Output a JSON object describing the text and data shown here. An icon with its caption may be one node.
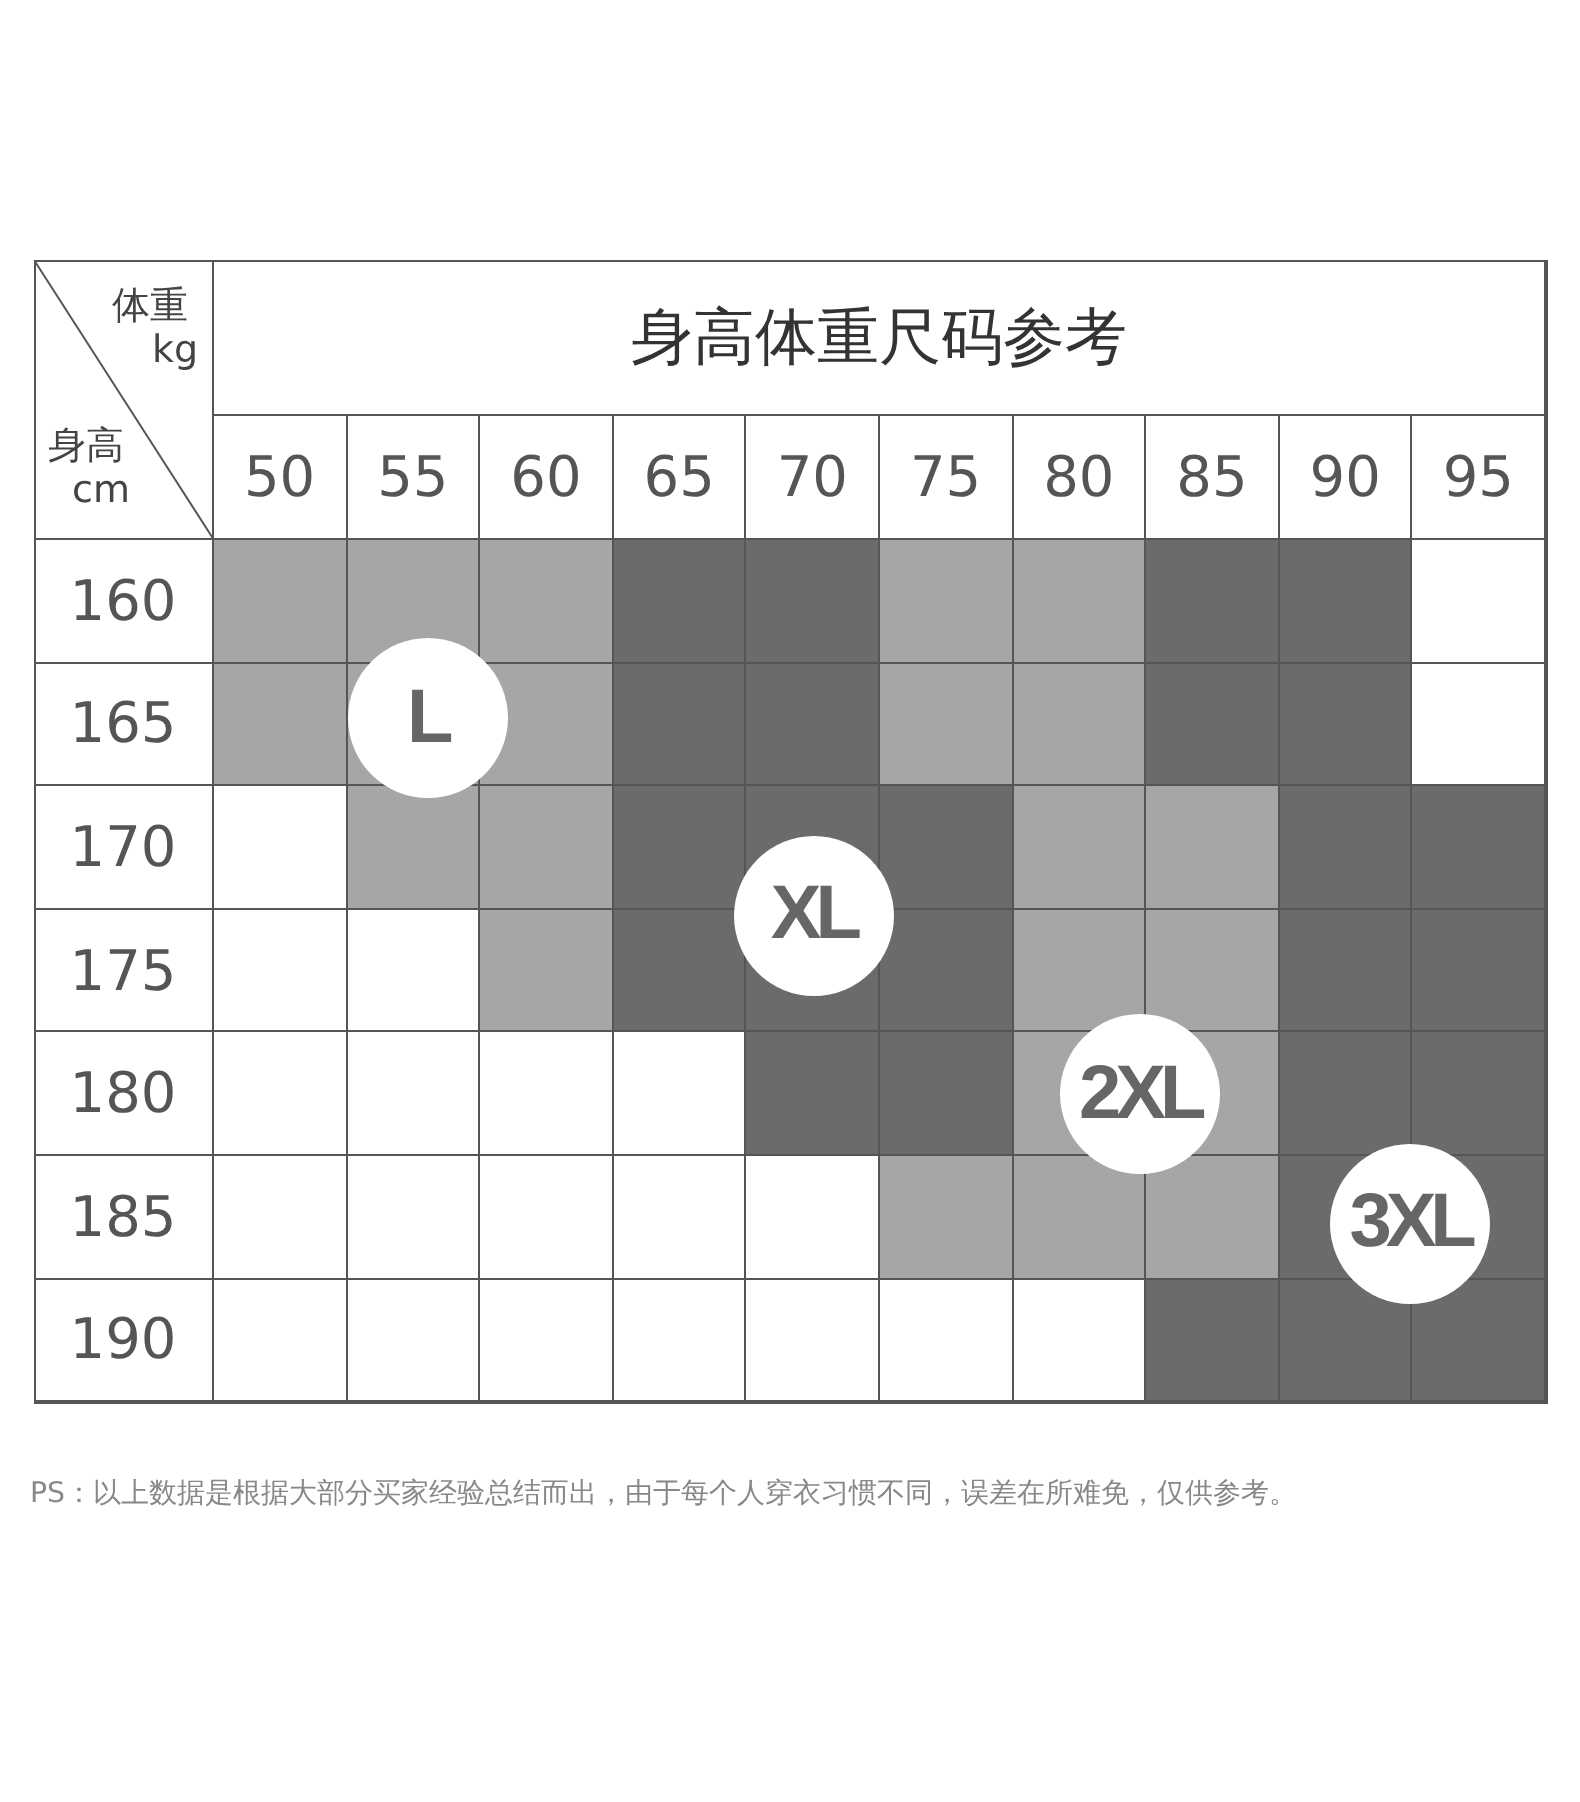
{
  "diagram": {
    "title": "身高体重尺码参考",
    "caption": "PS：以上数据是根据大部分买家经验总结而出，由于每个人穿衣习惯不同，误差在所难免，仅供参考。",
    "nodes": [
      {
        "text": [
          "L"
        ]
      },
      {
        "text": [
          "XL"
        ]
      },
      {
        "text": [
          "2XL"
        ]
      },
      {
        "text": [
          "3XL"
        ]
      }
    ],
    "labels": [
      "体重",
      "kg",
      "身高",
      "cm",
      "50",
      "55",
      "60",
      "65",
      "70",
      "75",
      "80",
      "85",
      "90",
      "95",
      "160",
      "165",
      "170",
      "175",
      "180",
      "185",
      "190"
    ]
  }
}
